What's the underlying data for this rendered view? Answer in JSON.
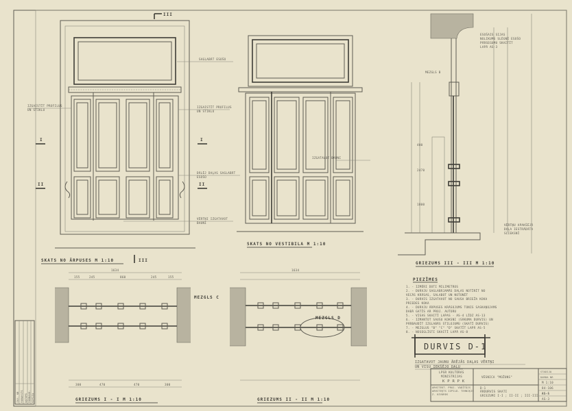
{
  "views": {
    "elevation_outside": "SKATS NO ĀRPUSES  M 1:10",
    "elevation_vestibule": "SKATS NO VESTIBILA  M 1:10",
    "section_3": "GRIEZUMS  III - III  M 1:10",
    "section_1": "GRIEZUMS  I - I  M 1:10",
    "section_2": "GRIEZUMS  II - II  M 1:10",
    "section_mark_3": "III",
    "section_mark_1": "I",
    "section_mark_2": "II"
  },
  "annotations": {
    "keep_existing": "SAGLABĀT ESOŠO",
    "profiles_left": [
      "IZGAISTĪT PROFILUS",
      "UN STIKLU"
    ],
    "profiles_right": [
      "IZGAISTĪT PROFILUS",
      "UN STIKLU"
    ],
    "lower_part": [
      "DĀLĒJ DAĻAS SAGLABĀT",
      "ESOŠO"
    ],
    "leaves_new": [
      "VĒRTŅI IZGATAVOT",
      "BAUNI"
    ],
    "make_new": "IZGATAVOT BAUNI",
    "existing_beam": [
      "ESOŠAIS SIJAS",
      "NOLIKUMS SLĒGNĒ ESOŠO",
      "PĀRSEGUMU SKAITĪT",
      "LAPĀ AS-3"
    ],
    "threshold": [
      "VĒRTŅU APAKŠĒJĀ",
      "DAĻA IESTRĀDĀTA",
      "SLIEKSNĪ"
    ],
    "node_b": "MEZGLS B",
    "node_c": "MEZGLS C",
    "node_d": "MEZGLS D"
  },
  "dimensions": {
    "top_1": [
      "155",
      "245",
      "860",
      "245",
      "155"
    ],
    "total_1": "1634",
    "total_2": "1634",
    "bottom_1": [
      "300",
      "470",
      "470",
      "300"
    ],
    "side_3": [
      "400",
      "2470",
      "1800"
    ]
  },
  "notes": {
    "title": "PIEZĪMES",
    "items": [
      "1. - IZMĒRI DOTI MILIMETROS",
      "2. - DURVJU SAGLABĀJAMĀS DAĻAS NOTĪRĪT NO",
      "     VECĀS KRĀSAS, SALABOT UN NOTONĒT",
      "3. - DURVIS IZGATAVOT NO SAUSA BRIEŽA KOKA",
      "     PRIEDES KOKA",
      "4. - DURVJU ĀRPUSES KRĀSOJUMS TONIS SASKAŅOJAMS",
      "     DABĀ GATĪS AR PROJ. AUTORU",
      "5. - VISAS SKAITĪ LAPAS - AS-4 LĪDZ AS-13",
      "6. - IZMANTOT SAUSU KOKSNI (SĀKUMA DURVIS) UN",
      "     PĀRBAUDĪT IZGLABĀS STILOJUMU (SKATĪ DURVIS)",
      "7. - MEZGLUS \"B\" \"C\" \"D\" SKATĪT LAPĀ AS-5",
      "8. - NOSEGLĪSTI SKAITĪ LAPĀ AS-8"
    ]
  },
  "title_box": {
    "title": "DURVIS  D-1",
    "subtitle_1": "IZGATAVOT  JAUNU  ĀRĒJĀS  DAĻAS  VĒRTŅI",
    "subtitle_2": "UN  VISU  IEKŠĒJO  DAĻU"
  },
  "title_block": {
    "org": [
      "LPSR KULTŪRAS",
      "MINISTRIJAS",
      "K P R P K"
    ],
    "project": "VĒSNICA \"MOŽUNS\"",
    "authors": [
      "ARHITEKT. PROJ. VADĪTĀJS",
      "ARHITEKTS  IZPILD. TEHNIĶIS",
      "Z. UZVĀRDS"
    ],
    "sheet": [
      "D-1",
      "ĀRDURVIS  SKATI",
      "GRIEZUMI  I-I ; II-II ; III-III"
    ],
    "codes": [
      "STADIJA",
      "DARBA NR",
      "M 1:10",
      "84-106",
      "AS-5",
      "AS-3"
    ]
  },
  "stamp": [
    "INV. NR",
    "PARAKSTS",
    "DATUMS",
    "PĀRBAUD.",
    "KOPIJA"
  ]
}
